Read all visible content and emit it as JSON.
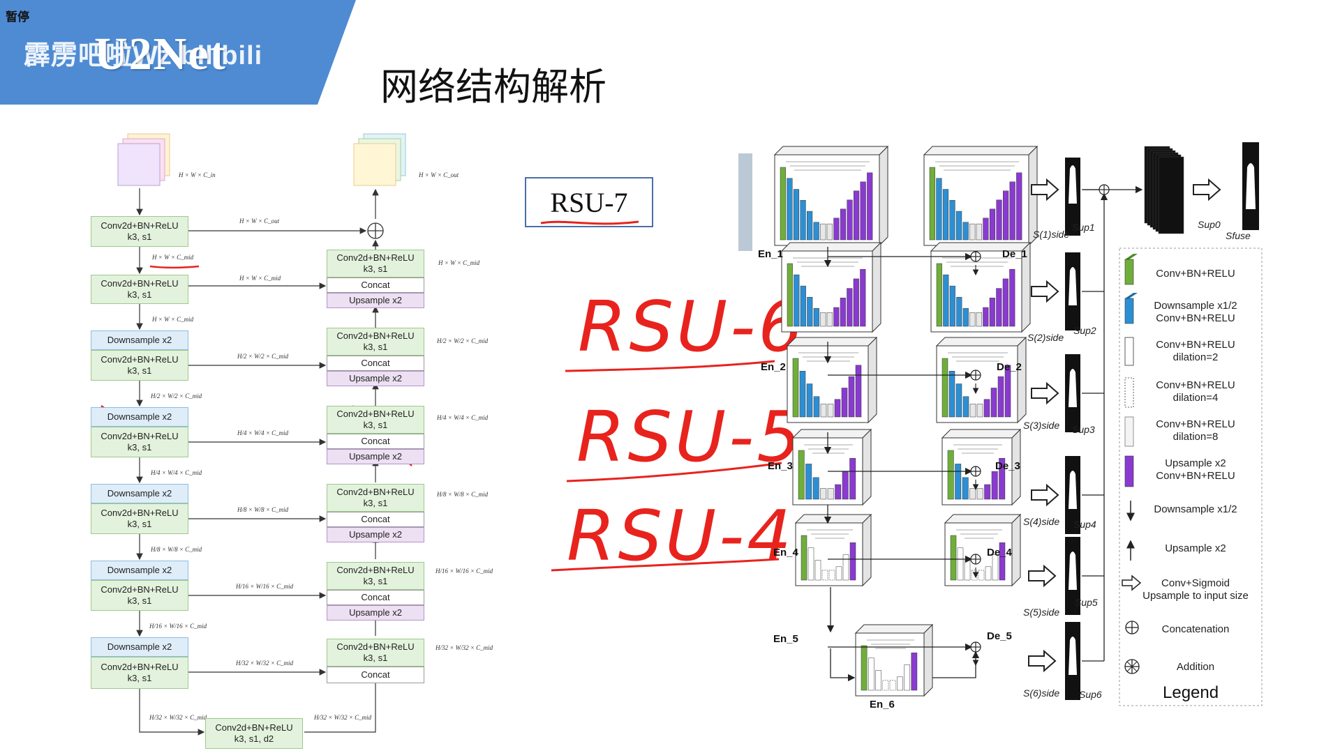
{
  "header": {
    "pause_label": "暂停",
    "watermark": "霹雳吧啦Wz bilibili",
    "logo": "U2Net",
    "title": "网络结构解析"
  },
  "colors": {
    "banner": "#4f8bd3",
    "annotation_red": "#e8231d",
    "conv_green": "#6fae3b",
    "down_blue": "#2d8fd3",
    "up_purple": "#8a3ad0"
  },
  "rsu_box_label": "RSU-7",
  "rsu_diagram": {
    "input_dim": "H × W × C_in",
    "output_dim": "H × W × C_out",
    "encoder": [
      {
        "top": "",
        "bottom": "Conv2d+BN+ReLU\nk3, s1"
      },
      {
        "top": "",
        "bottom": "Conv2d+BN+ReLU\nk3, s1"
      },
      {
        "top": "Downsample x2",
        "bottom": "Conv2d+BN+ReLU\nk3, s1"
      },
      {
        "top": "Downsample x2",
        "bottom": "Conv2d+BN+ReLU\nk3, s1"
      },
      {
        "top": "Downsample x2",
        "bottom": "Conv2d+BN+ReLU\nk3, s1"
      },
      {
        "top": "Downsample x2",
        "bottom": "Conv2d+BN+ReLU\nk3, s1"
      },
      {
        "top": "Downsample x2",
        "bottom": "Conv2d+BN+ReLU\nk3, s1"
      }
    ],
    "decoder": [
      {
        "conv": "Conv2d+BN+ReLU\nk3, s1",
        "concat": "Concat",
        "up": "Upsample x2"
      },
      {
        "conv": "Conv2d+BN+ReLU\nk3, s1",
        "concat": "Concat",
        "up": "Upsample x2"
      },
      {
        "conv": "Conv2d+BN+ReLU\nk3, s1",
        "concat": "Concat",
        "up": "Upsample x2"
      },
      {
        "conv": "Conv2d+BN+ReLU\nk3, s1",
        "concat": "Concat",
        "up": "Upsample x2"
      },
      {
        "conv": "Conv2d+BN+ReLU\nk3, s1",
        "concat": "Concat",
        "up": "Upsample x2"
      },
      {
        "conv": "Conv2d+BN+ReLU\nk3, s1",
        "concat": "Concat",
        "up": ""
      }
    ],
    "bottom": "Conv2d+BN+ReLU\nk3, s1, d2",
    "dims": {
      "out_arrow": "H × W × C_out",
      "enc1_down": "H × W × C_mid",
      "enc2_right": "H × W × C_mid",
      "enc2_down": "H × W × C_mid",
      "dec_top_right": "H × W × C_mid",
      "s2": "H/2 × W/2 × C_mid",
      "s4": "H/4 × W/4 × C_mid",
      "s8": "H/8 × W/8 × C_mid",
      "s16": "H/16 × W/16 × C_mid",
      "s32": "H/32 × W/32 × C_mid"
    }
  },
  "u2net": {
    "encoders": [
      "En_1",
      "En_2",
      "En_3",
      "En_4",
      "En_5",
      "En_6"
    ],
    "decoders": [
      "De_1",
      "De_2",
      "De_3",
      "De_4",
      "De_5"
    ],
    "side_outputs": [
      "S(1)side",
      "S(2)side",
      "S(3)side",
      "S(4)side",
      "S(5)side",
      "S(6)side"
    ],
    "sups": [
      "Sup1",
      "Sup2",
      "Sup3",
      "Sup4",
      "Sup5",
      "Sup6"
    ],
    "sup0": "Sup0",
    "sfuse": "Sfuse"
  },
  "legend": {
    "title": "Legend",
    "items": [
      {
        "icon": "green-block-icon",
        "label": "Conv+BN+RELU"
      },
      {
        "icon": "blue-block-icon",
        "label": "Downsample x1/2\nConv+BN+RELU"
      },
      {
        "icon": "white-block-icon",
        "label": "Conv+BN+RELU\ndilation=2"
      },
      {
        "icon": "dashed-block-icon",
        "label": "Conv+BN+RELU\ndilation=4"
      },
      {
        "icon": "light-block-icon",
        "label": "Conv+BN+RELU\ndilation=8"
      },
      {
        "icon": "purple-block-icon",
        "label": "Upsample x2\nConv+BN+RELU"
      },
      {
        "icon": "arrow-down-icon",
        "label": "Downsample x1/2"
      },
      {
        "icon": "arrow-up-icon",
        "label": "Upsample x2"
      },
      {
        "icon": "hollow-arrow-icon",
        "label": "Conv+Sigmoid\nUpsample to input size"
      },
      {
        "icon": "concat-icon",
        "label": "Concatenation"
      },
      {
        "icon": "addition-icon",
        "label": "Addition"
      }
    ]
  },
  "annotations": [
    "RSU-6",
    "RSU-5",
    "RSU-4"
  ]
}
